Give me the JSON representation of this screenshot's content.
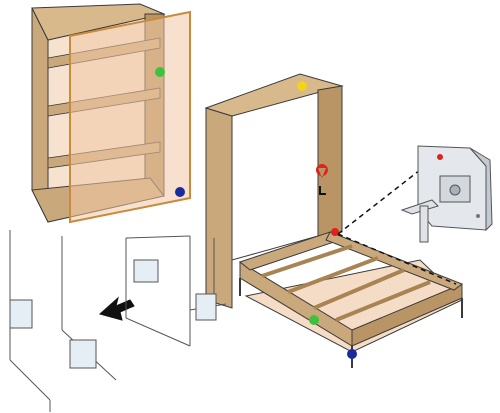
{
  "colors": {
    "wood": "#c9a87c",
    "wood_light": "#e9d3b4",
    "wood_dark": "#a88452",
    "mattress": "#f4dcc6",
    "outline": "#3a3a3a",
    "sketch": "#555555",
    "hardware": "#cfd6dc",
    "marker_green": "#3ec23e",
    "marker_blue": "#1a2c9c",
    "marker_yellow": "#f2d21a",
    "marker_red": "#e0221c",
    "arrow": "#111111"
  },
  "panels": [
    {
      "id": "cabinet-assembly",
      "markers": [
        "marker_green",
        "marker_blue"
      ]
    },
    {
      "id": "bed-unfolded",
      "markers": [
        "marker_yellow",
        "marker_red",
        "marker_green",
        "marker_blue"
      ]
    },
    {
      "id": "wall-mount-sketch",
      "icons": [
        "arrow-icon",
        "bracket-icon"
      ]
    },
    {
      "id": "hinge-mechanism-detail",
      "icons": [
        "hinge-icon"
      ]
    }
  ]
}
